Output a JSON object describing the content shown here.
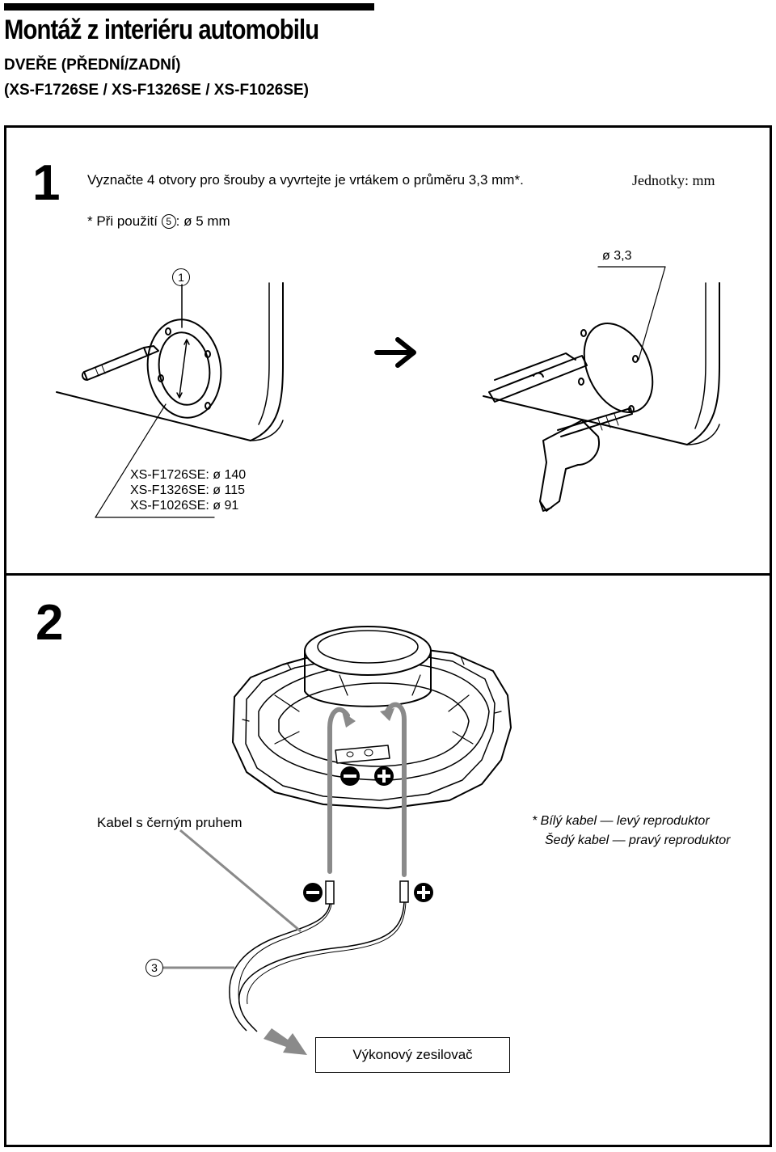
{
  "header": {
    "title": "Montáž z interiéru automobilu",
    "subtitle_line1": "DVEŘE (PŘEDNÍ/ZADNÍ)",
    "subtitle_line2": "(XS-F1726SE / XS-F1326SE / XS-F1026SE)"
  },
  "step1": {
    "number": "1",
    "instruction": "Vyznačte 4 otvory pro šrouby a vyvrtejte je vrtákem o průměru 3,3 mm*.",
    "units": "Jednotky: mm",
    "footnote_prefix": "* Při použití ",
    "footnote_ref": "5",
    "footnote_suffix": ": ø 5 mm",
    "callout_part": "1",
    "drill_diameter": "ø 3,3",
    "model_diameters": [
      "XS-F1726SE: ø 140",
      "XS-F1326SE: ø 115",
      "XS-F1026SE: ø 91"
    ]
  },
  "step2": {
    "number": "2",
    "cable_label": "Kabel s černým pruhem",
    "note_line1": "*  Bílý kabel — levý reproduktor",
    "note_line2": "Šedý kabel — pravý reproduktor",
    "callout_part": "3",
    "amplifier": "Výkonový zesilovač",
    "polarity_negative": "−",
    "polarity_positive": "+"
  }
}
